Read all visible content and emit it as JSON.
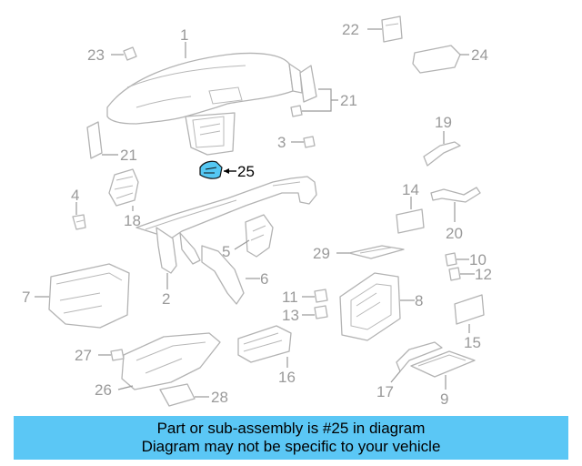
{
  "colors": {
    "highlight": "#55c8f3",
    "banner_bg": "#5bc7f5",
    "line_art": "#b3b3b3",
    "label": "#9a9a9a"
  },
  "highlighted_part": "25",
  "callouts": [
    {
      "id": "c1",
      "label": "1"
    },
    {
      "id": "c2",
      "label": "2"
    },
    {
      "id": "c3",
      "label": "3"
    },
    {
      "id": "c4",
      "label": "4"
    },
    {
      "id": "c5",
      "label": "5"
    },
    {
      "id": "c6",
      "label": "6"
    },
    {
      "id": "c7",
      "label": "7"
    },
    {
      "id": "c8",
      "label": "8"
    },
    {
      "id": "c9",
      "label": "9"
    },
    {
      "id": "c10",
      "label": "10"
    },
    {
      "id": "c11",
      "label": "11"
    },
    {
      "id": "c12",
      "label": "12"
    },
    {
      "id": "c13",
      "label": "13"
    },
    {
      "id": "c14",
      "label": "14"
    },
    {
      "id": "c15",
      "label": "15"
    },
    {
      "id": "c16",
      "label": "16"
    },
    {
      "id": "c17",
      "label": "17"
    },
    {
      "id": "c18",
      "label": "18"
    },
    {
      "id": "c19",
      "label": "19"
    },
    {
      "id": "c20",
      "label": "20"
    },
    {
      "id": "c21a",
      "label": "21"
    },
    {
      "id": "c21b",
      "label": "21"
    },
    {
      "id": "c22",
      "label": "22"
    },
    {
      "id": "c23",
      "label": "23"
    },
    {
      "id": "c24",
      "label": "24"
    },
    {
      "id": "c25",
      "label": "25"
    },
    {
      "id": "c26",
      "label": "26"
    },
    {
      "id": "c27",
      "label": "27"
    },
    {
      "id": "c28",
      "label": "28"
    },
    {
      "id": "c29",
      "label": "29"
    }
  ],
  "banner": {
    "line1": "Part or sub-assembly is #25 in diagram",
    "line2": "Diagram may not be specific to your vehicle"
  }
}
